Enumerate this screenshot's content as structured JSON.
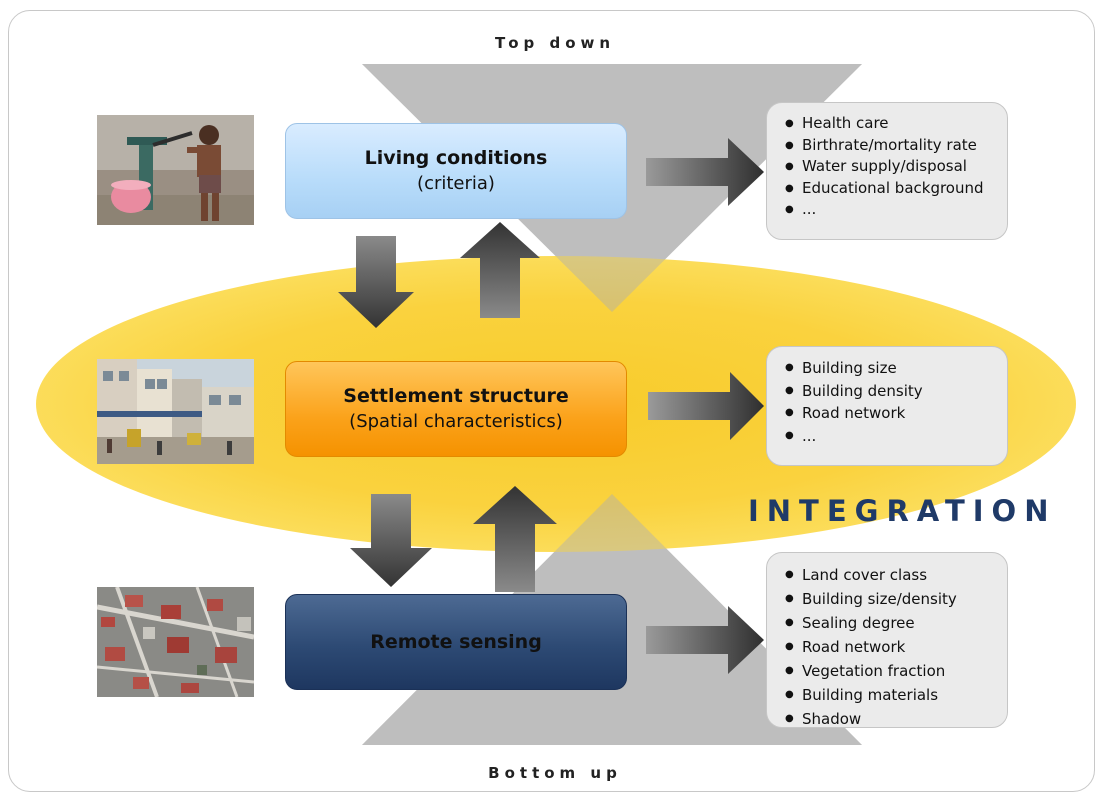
{
  "labels": {
    "top": "Top down",
    "bottom": "Bottom up",
    "integration": "INTEGRATION"
  },
  "boxes": {
    "living": {
      "title": "Living conditions",
      "subtitle": "(criteria)"
    },
    "settlement": {
      "title": "Settlement structure",
      "subtitle": "(Spatial characteristics)"
    },
    "remote": {
      "title": "Remote sensing"
    }
  },
  "lists": {
    "living": [
      "Health care",
      "Birthrate/mortality rate",
      "Water supply/disposal",
      "Educational background",
      "..."
    ],
    "settlement": [
      "Building size",
      "Building density",
      "Road network",
      "..."
    ],
    "remote": [
      "Land cover class",
      "Building size/density",
      "Sealing degree",
      "Road network",
      "Vegetation fraction",
      "Building materials",
      "Shadow"
    ]
  },
  "colors": {
    "ellipse": "#f9cf25",
    "triangle": "#bdbdbd",
    "arrow": "#4a4a4a",
    "integration_text": "#1f3a68",
    "living_box": "#b8dcfa",
    "settlement_box": "#fba21a",
    "remote_box": "#2d4a74"
  },
  "images": {
    "living": "child-water-pump-photo",
    "settlement": "street-scene-photo",
    "remote": "satellite-image"
  }
}
